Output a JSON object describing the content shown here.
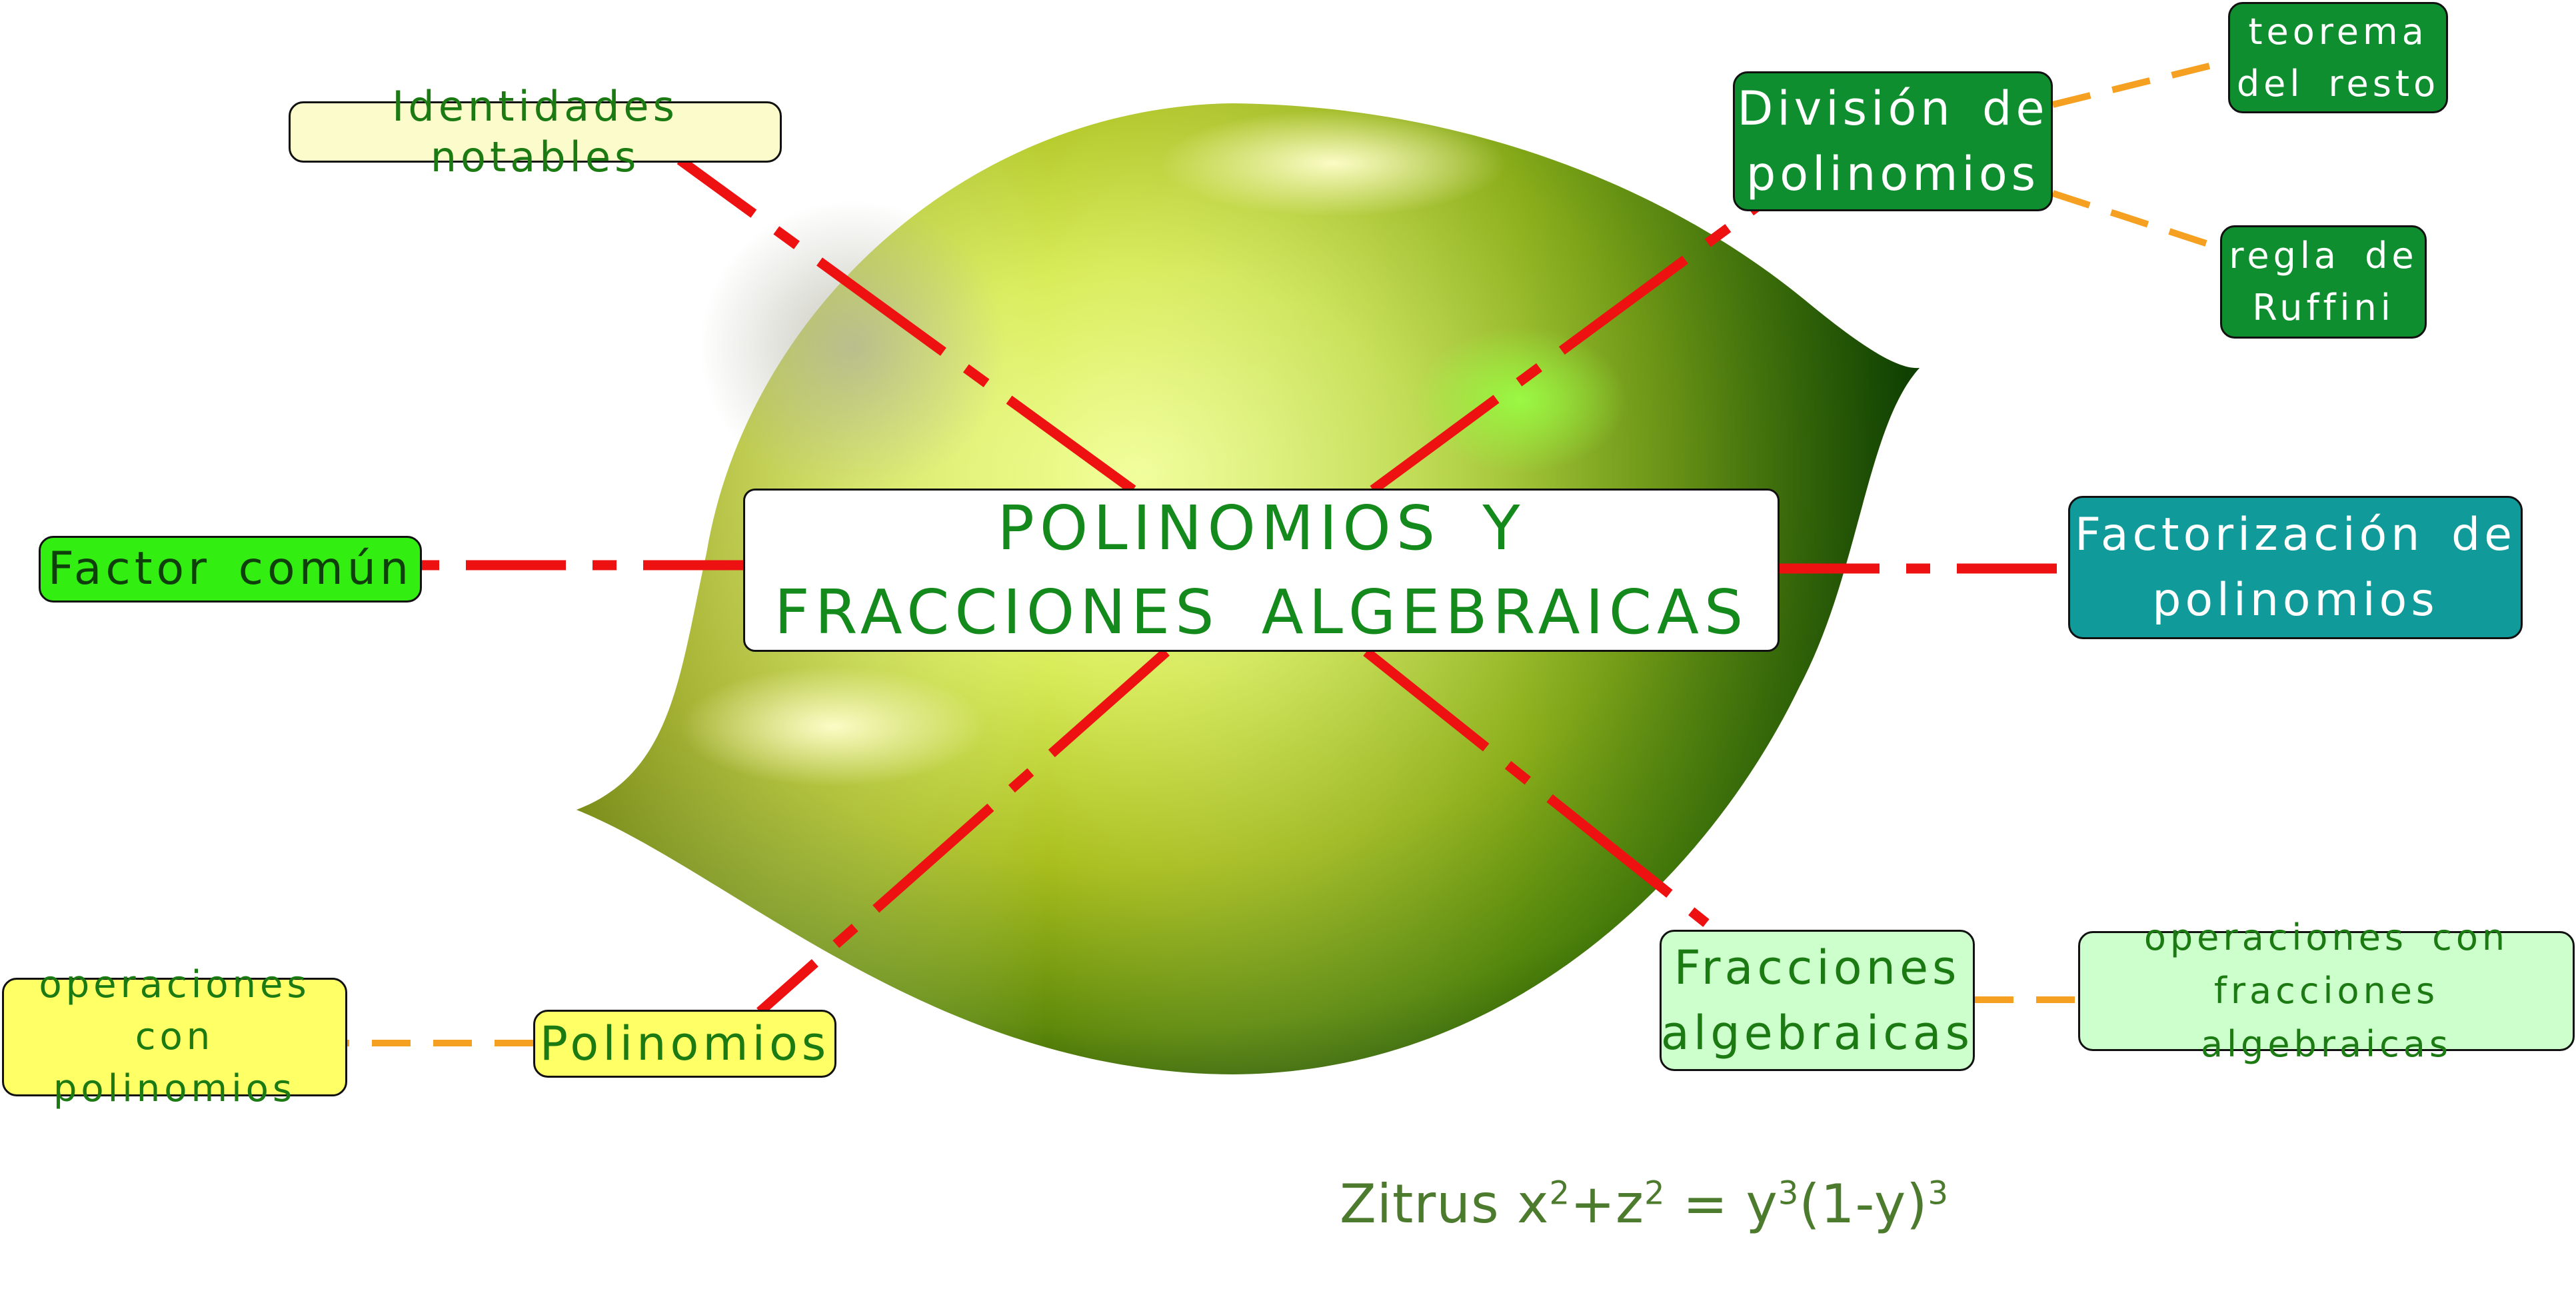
{
  "central_topic": "POLINOMIOS  Y\nFRACCIONES  ALGEBRAICAS",
  "nodes": {
    "identidades": "Identidades  notables",
    "factor_comun": "Factor  común",
    "polinomios": "Polinomios",
    "operaciones_polinomios": "operaciones\ncon  polinomios",
    "division": "División  de\npolinomios",
    "teorema_resto": "teorema\ndel  resto",
    "regla_ruffini": "regla  de\nRuffini",
    "factorizacion": "Factorización  de\npolinomios",
    "fracciones": "Fracciones\nalgebraicas",
    "operaciones_fracciones": "operaciones  con\nfracciones  algebraicas"
  },
  "caption": {
    "prefix": "Zitrus  x",
    "exp1": "2",
    "plus_z": "+z",
    "exp2": "2",
    "equals_y": " = y",
    "exp3": "3",
    "paren": "(1-y)",
    "exp4": "3"
  },
  "colors": {
    "main_connector": "#ee1111",
    "sub_connector": "#f5a020",
    "leaf_light": "#ffff99",
    "leaf_dark": "#0e4d00"
  },
  "connections": [
    {
      "from": "central",
      "to": "identidades",
      "style": "dash-dot"
    },
    {
      "from": "central",
      "to": "division",
      "style": "dash-dot"
    },
    {
      "from": "central",
      "to": "factor_comun",
      "style": "dash-dot"
    },
    {
      "from": "central",
      "to": "factorizacion",
      "style": "dash-dot"
    },
    {
      "from": "central",
      "to": "polinomios",
      "style": "dash-dot"
    },
    {
      "from": "central",
      "to": "fracciones",
      "style": "dash-dot"
    },
    {
      "from": "division",
      "to": "teorema_resto",
      "style": "dashed"
    },
    {
      "from": "division",
      "to": "regla_ruffini",
      "style": "dashed"
    },
    {
      "from": "polinomios",
      "to": "operaciones_polinomios",
      "style": "dashed"
    },
    {
      "from": "fracciones",
      "to": "operaciones_fracciones",
      "style": "dashed"
    }
  ]
}
